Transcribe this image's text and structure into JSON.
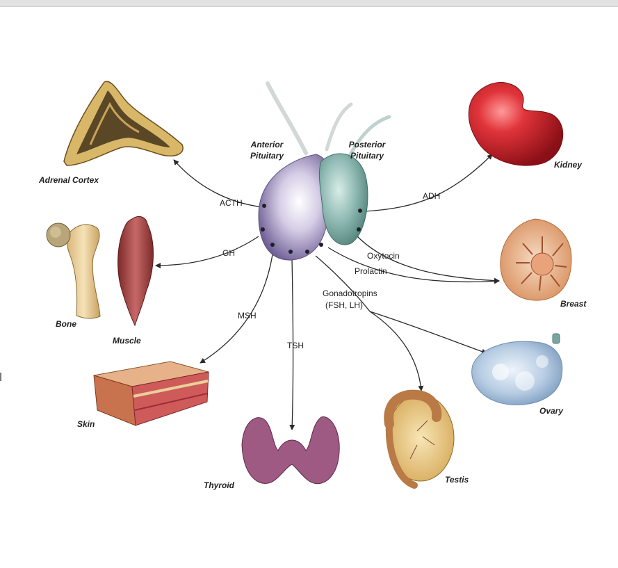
{
  "gland_labels": {
    "anterior": [
      "Anterior",
      "Pituitary"
    ],
    "posterior": [
      "Posterior",
      "Pituitary"
    ]
  },
  "organs": {
    "adrenal": "Adrenal Cortex",
    "kidney": "Kidney",
    "bone": "Bone",
    "muscle": "Muscle",
    "breast": "Breast",
    "skin": "Skin",
    "thyroid": "Thyroid",
    "testis": "Testis",
    "ovary": "Ovary"
  },
  "hormones": {
    "acth": "ACTH",
    "adh": "ADH",
    "gh": "GH",
    "oxytocin": "Oxytocin",
    "prolactin": "Prolactin",
    "gonadotropins": [
      "Gonadotropins",
      "(FSH, LH)"
    ],
    "msh": "MSH",
    "tsh": "TSH"
  },
  "colors": {
    "anterior_lobe": "#8e7fb0",
    "posterior_lobe": "#6f9e98",
    "kidney": "#c8202a",
    "adrenal": "#d9b768",
    "muscle": "#a84545",
    "breast": "#e7b58f",
    "thyroid": "#9e5a82",
    "testis": "#e2c485",
    "ovary": "#a9c3dc"
  }
}
